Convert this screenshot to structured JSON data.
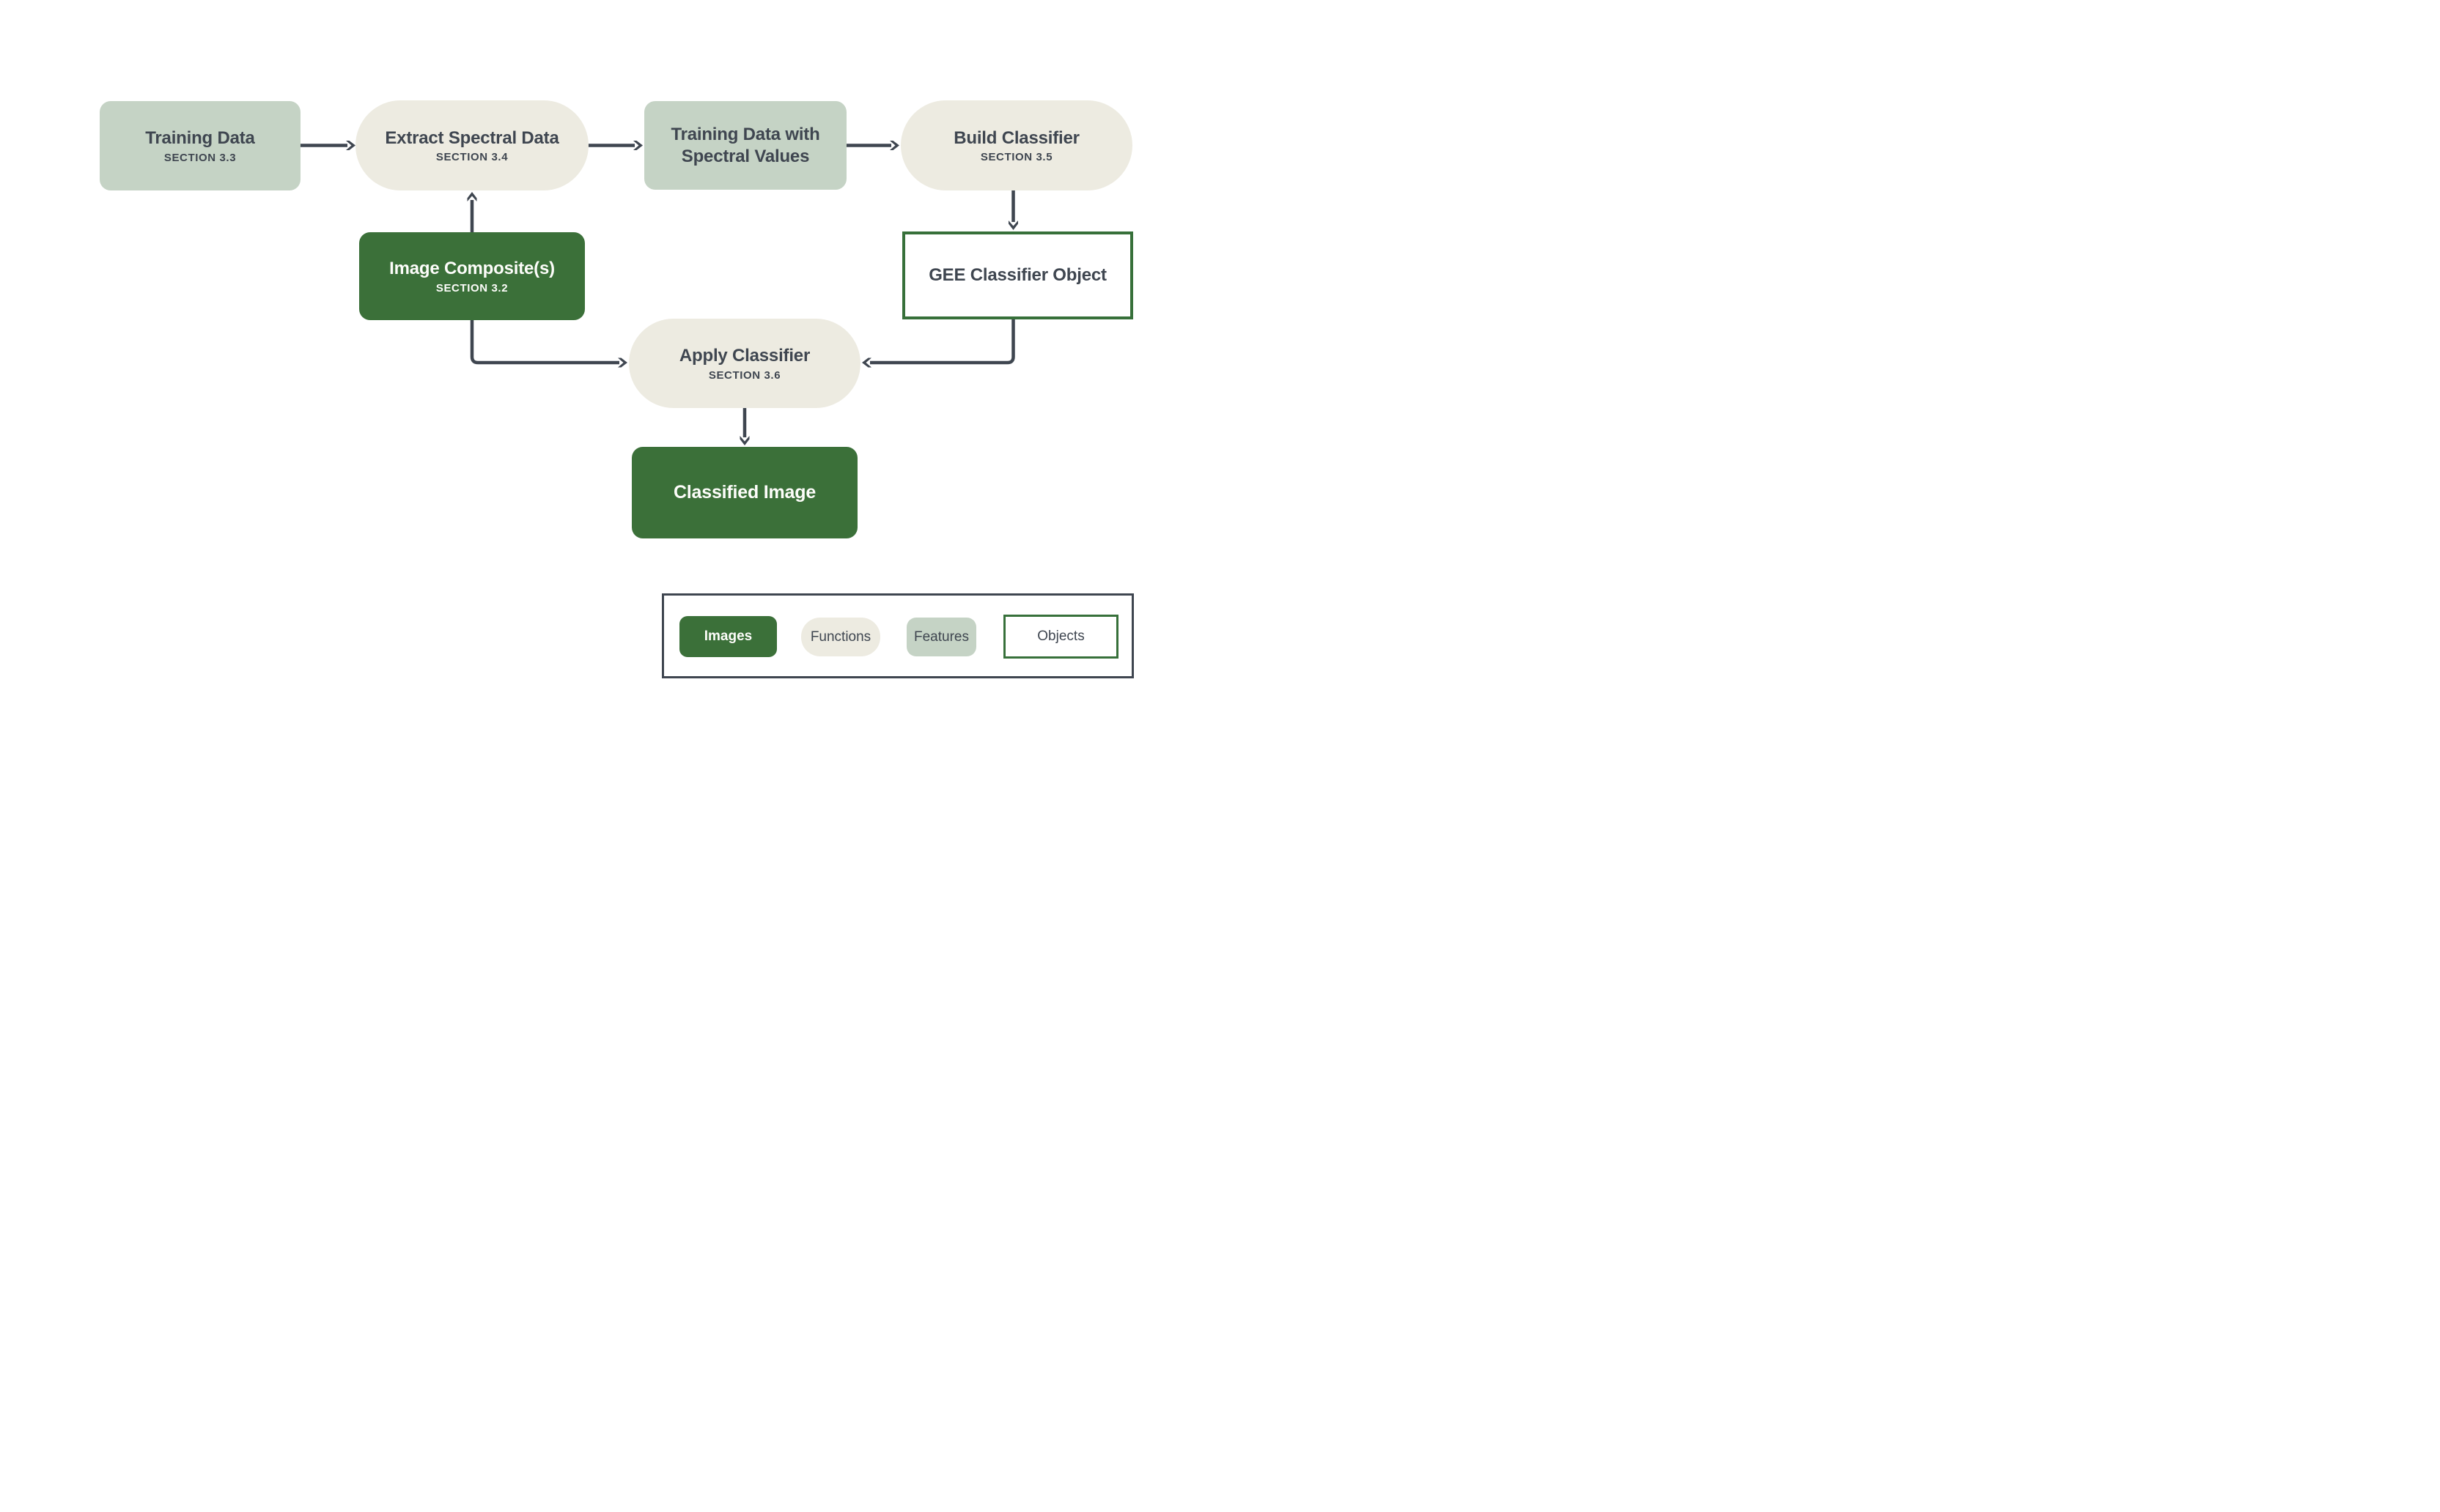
{
  "colors": {
    "dark_green": "#3b7039",
    "sage_green": "#c5d3c5",
    "cream": "#edebe1",
    "slate_text_and_arrows": "#3f4650",
    "object_border_green": "#37703a",
    "background": "#ffffff"
  },
  "nodes": {
    "training_data": {
      "title": "Training Data",
      "subtitle": "SECTION 3.3",
      "type": "features"
    },
    "extract_spectral_data": {
      "title": "Extract Spectral Data",
      "subtitle": "SECTION 3.4",
      "type": "functions"
    },
    "training_data_with_spectral_values": {
      "title": "Training Data with Spectral Values",
      "type": "features"
    },
    "build_classifier": {
      "title": "Build Classifier",
      "subtitle": "SECTION 3.5",
      "type": "functions"
    },
    "image_composites": {
      "title": "Image Composite(s)",
      "subtitle": "SECTION 3.2",
      "type": "images"
    },
    "gee_classifier_object": {
      "title": "GEE Classifier Object",
      "type": "objects"
    },
    "apply_classifier": {
      "title": "Apply Classifier",
      "subtitle": "SECTION 3.6",
      "type": "functions"
    },
    "classified_image": {
      "title": "Classified Image",
      "type": "images"
    }
  },
  "edges": [
    {
      "from": "training_data",
      "to": "extract_spectral_data"
    },
    {
      "from": "extract_spectral_data",
      "to": "training_data_with_spectral_values"
    },
    {
      "from": "training_data_with_spectral_values",
      "to": "build_classifier"
    },
    {
      "from": "build_classifier",
      "to": "gee_classifier_object"
    },
    {
      "from": "image_composites",
      "to": "extract_spectral_data"
    },
    {
      "from": "image_composites",
      "to": "apply_classifier"
    },
    {
      "from": "gee_classifier_object",
      "to": "apply_classifier"
    },
    {
      "from": "apply_classifier",
      "to": "classified_image"
    }
  ],
  "legend": {
    "items": [
      {
        "label": "Images",
        "type": "images"
      },
      {
        "label": "Functions",
        "type": "functions"
      },
      {
        "label": "Features",
        "type": "features"
      },
      {
        "label": "Objects",
        "type": "objects"
      }
    ]
  }
}
